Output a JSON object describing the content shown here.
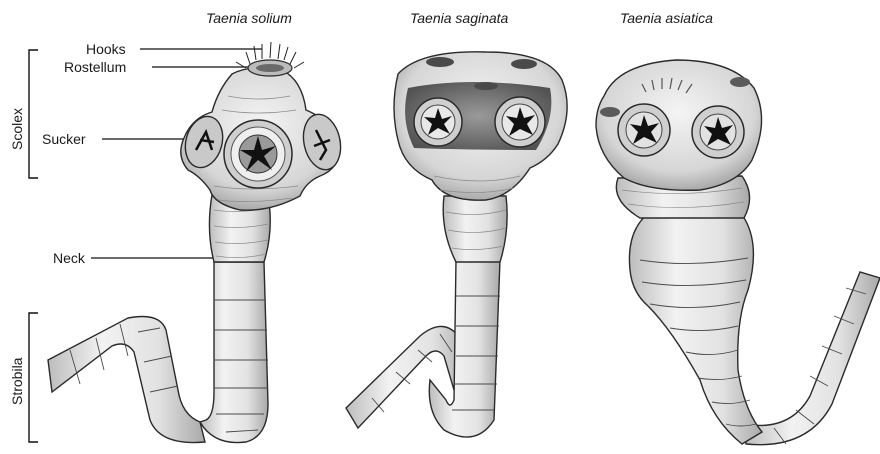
{
  "titles": {
    "solium": "Taenia solium",
    "saginata": "Taenia saginata",
    "asiatica": "Taenia asiatica"
  },
  "labels": {
    "hooks": "Hooks",
    "rostellum": "Rostellum",
    "sucker": "Sucker",
    "neck": "Neck"
  },
  "regions": {
    "scolex": "Scolex",
    "strobila": "Strobila"
  },
  "colors": {
    "body_light": "#efefef",
    "body_mid": "#d9d9d9",
    "body_dark": "#b5b5b5",
    "ink": "#1a1a1a"
  }
}
